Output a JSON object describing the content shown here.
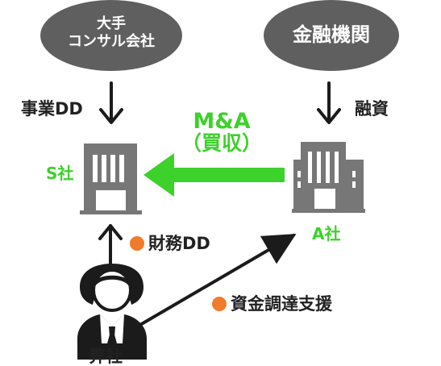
{
  "colors": {
    "ellipse_fill": "#5f5f5f",
    "building_fill": "#777777",
    "green": "#3cd12b",
    "orange": "#f07b2b",
    "dark": "#1b1b1b"
  },
  "consultant": {
    "line1": "大手",
    "line2": "コンサル会社"
  },
  "financial_institution": {
    "label": "金融機関"
  },
  "labels": {
    "business_dd": "事業DD",
    "financing": "融資",
    "ma_line1": "M&A",
    "ma_line2": "（買収）",
    "s_company": "S社",
    "a_company": "A社",
    "financial_dd": "財務DD",
    "funding_support": "資金調達支援",
    "our_firm": "弊社"
  },
  "icons": {
    "s_building": "office-building-icon",
    "a_building": "office-building-icon",
    "person": "business-person-icon",
    "bullet": "orange-dot-icon"
  }
}
